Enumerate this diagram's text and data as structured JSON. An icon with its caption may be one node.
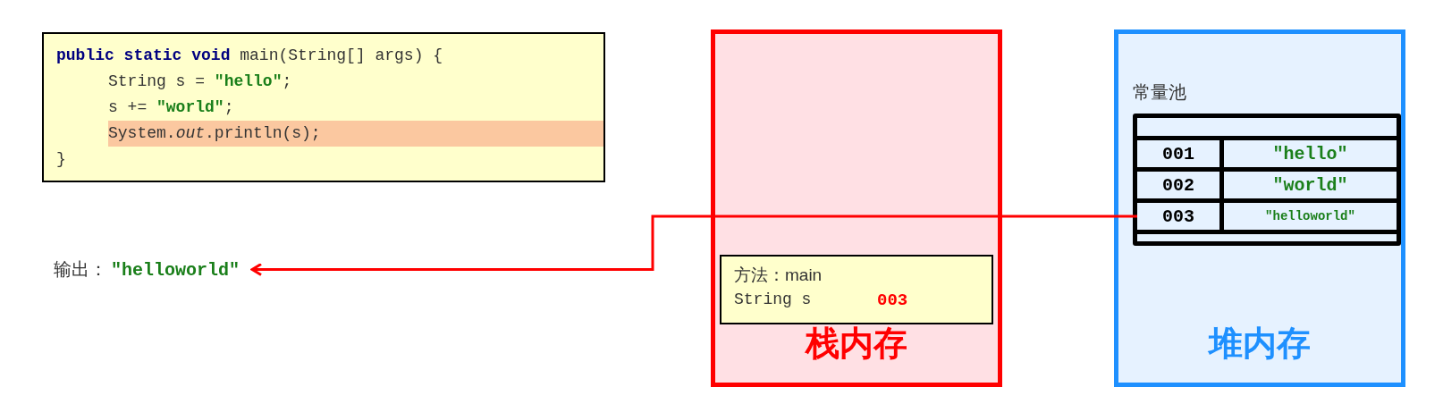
{
  "diagram": {
    "nodes": [
      {
        "text": [
          "**public static void** main(String[] args) {",
          "String s = **\"hello\"**;",
          "s += **\"world\"**;",
          "System.*out*.println(s);",
          "}"
        ]
      },
      {
        "text": [
          "输出：",
          "\"helloworld\""
        ]
      },
      {
        "text": [
          "栈内存"
        ]
      },
      {
        "text": [
          "方法：main",
          "String s",
          "003"
        ],
        "in": 2
      },
      {
        "text": [
          "堆内存"
        ]
      },
      {
        "text": [
          "常量池"
        ],
        "in": 4
      },
      {
        "text": [],
        "shape": "bar",
        "in": 5
      },
      {
        "text": [
          "001",
          "\"hello\""
        ],
        "in": 5
      },
      {
        "text": [
          "002",
          "\"world\""
        ],
        "in": 5
      },
      {
        "text": [
          "003",
          "\"helloworld\""
        ],
        "in": 5
      },
      {
        "text": [],
        "shape": "bar",
        "in": 5
      }
    ],
    "edges": [
      {
        "from": 9,
        "to": 1,
        "arrow": "to",
        "color": "#ff0000"
      }
    ]
  }
}
